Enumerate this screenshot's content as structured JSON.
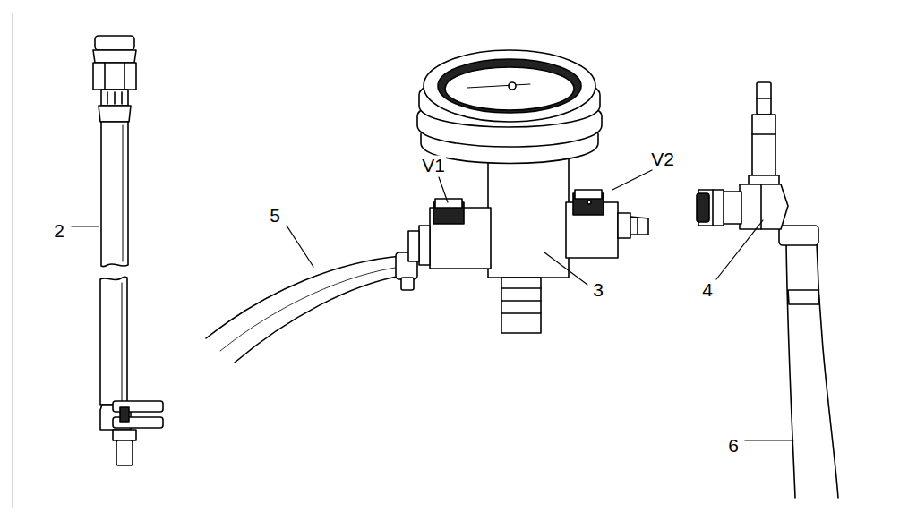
{
  "diagram": {
    "labels": [
      "2",
      "5",
      "V1",
      "V2",
      "3",
      "4",
      "6"
    ]
  }
}
